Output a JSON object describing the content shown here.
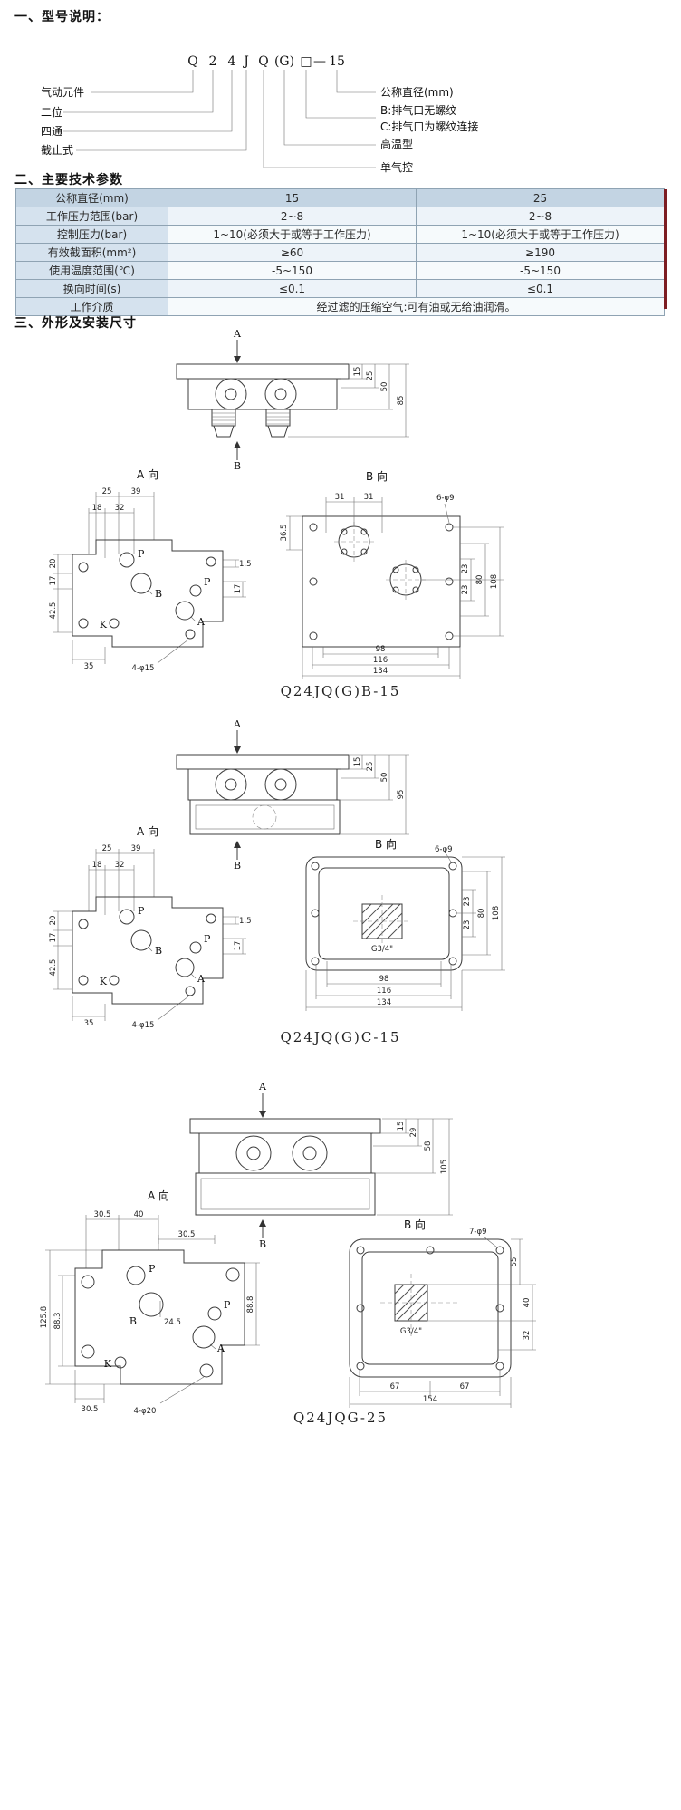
{
  "page": {
    "section1_title": "一、型号说明：",
    "section2_title": "二、主要技术参数",
    "section3_title": "三、外形及安装尺寸"
  },
  "model_code": {
    "chars": [
      "Q",
      "2",
      "4",
      "J",
      "Q",
      "(G)",
      "□",
      "—",
      "15"
    ],
    "left_labels": [
      "气动元件",
      "二位",
      "四通",
      "截止式"
    ],
    "right_labels": [
      "公称直径(mm)",
      "B:排气口无螺纹",
      "C:排气口为螺纹连接",
      "高温型",
      "单气控"
    ]
  },
  "params_table": {
    "header": {
      "label": "公称直径(mm)",
      "col1": "15",
      "col2": "25"
    },
    "rows": [
      {
        "label": "工作压力范围(bar)",
        "col1": "2~8",
        "col2": "2~8"
      },
      {
        "label": "控制压力(bar)",
        "col1": "1~10(必须大于或等于工作压力)",
        "col2": "1~10(必须大于或等于工作压力)"
      },
      {
        "label": "有效截面积(mm²)",
        "col1": "≥60",
        "col2": "≥190"
      },
      {
        "label": "使用温度范围(℃)",
        "col1": "-5~150",
        "col2": "-5~150"
      },
      {
        "label": "换向时间(s)",
        "col1": "≤0.1",
        "col2": "≤0.1"
      }
    ],
    "medium": {
      "label": "工作介质",
      "value": "经过滤的压缩空气:可有油或无给油润滑。"
    }
  },
  "drawings": [
    {
      "caption": "Q24JQ(G)B-15",
      "top_view": {
        "arrow_top": "A",
        "arrow_bottom": "B",
        "dim1": "15",
        "dim2": "25",
        "dim3": "50",
        "dim4": "85"
      },
      "a_view": {
        "title": "A 向",
        "dim_top1": "25",
        "dim_top2": "39",
        "dim_top3": "18",
        "dim_top4": "32",
        "dim_left1": "20",
        "dim_left2": "17",
        "dim_left3": "42.5",
        "dim_bottom1": "35",
        "dim_holes": "4-φ15",
        "dim_right1": "1.5",
        "dim_right2": "17",
        "port_p1": "P",
        "port_b": "B",
        "port_p2": "P",
        "port_a": "A",
        "port_k": "K"
      },
      "b_view": {
        "title": "B 向",
        "dim_top1": "31",
        "dim_top2": "31",
        "dim_holes": "6-φ9",
        "dim_left1": "36.5",
        "dim_right1": "23",
        "dim_right2": "23",
        "dim_right3": "80",
        "dim_right4": "108",
        "dim_bottom1": "98",
        "dim_bottom2": "116",
        "dim_bottom3": "134"
      }
    },
    {
      "caption": "Q24JQ(G)C-15",
      "top_view": {
        "arrow_top": "A",
        "arrow_bottom": "B",
        "dim1": "15",
        "dim2": "25",
        "dim3": "50",
        "dim4": "95"
      },
      "a_view": {
        "title": "A 向",
        "dim_top1": "25",
        "dim_top2": "39",
        "dim_top3": "18",
        "dim_top4": "32",
        "dim_left1": "20",
        "dim_left2": "17",
        "dim_left3": "42.5",
        "dim_bottom1": "35",
        "dim_holes": "4-φ15",
        "dim_right1": "1.5",
        "dim_right2": "17",
        "port_p1": "P",
        "port_b": "B",
        "port_p2": "P",
        "port_a": "A",
        "port_k": "K"
      },
      "b_view": {
        "title": "B 向",
        "dim_holes": "6-φ9",
        "dim_right1": "23",
        "dim_right2": "23",
        "dim_right3": "80",
        "dim_right4": "108",
        "port_thread": "G3/4\"",
        "dim_bottom1": "98",
        "dim_bottom2": "116",
        "dim_bottom3": "134"
      }
    },
    {
      "caption": "Q24JQG-25",
      "top_view": {
        "arrow_top": "A",
        "arrow_bottom": "B",
        "dim1": "15",
        "dim2": "29",
        "dim3": "58",
        "dim4": "105"
      },
      "a_view": {
        "title": "A 向",
        "dim_top1": "30.5",
        "dim_top2": "40",
        "dim_mid": "30.5",
        "dim_b": "24.5",
        "dim_left1": "125.8",
        "dim_left2": "88.3",
        "dim_right1": "88.8",
        "dim_bottom1": "30.5",
        "dim_holes": "4-φ20",
        "port_p1": "P",
        "port_b": "B",
        "port_p2": "P",
        "port_a": "A",
        "port_k": "K"
      },
      "b_view": {
        "title": "B 向",
        "dim_holes": "7-φ9",
        "dim_right0": "55",
        "dim_right1": "40",
        "dim_right2": "32",
        "port_thread": "G3/4\"",
        "dim_bottom1": "67",
        "dim_bottom2": "67",
        "dim_bottom3": "154"
      }
    }
  ]
}
